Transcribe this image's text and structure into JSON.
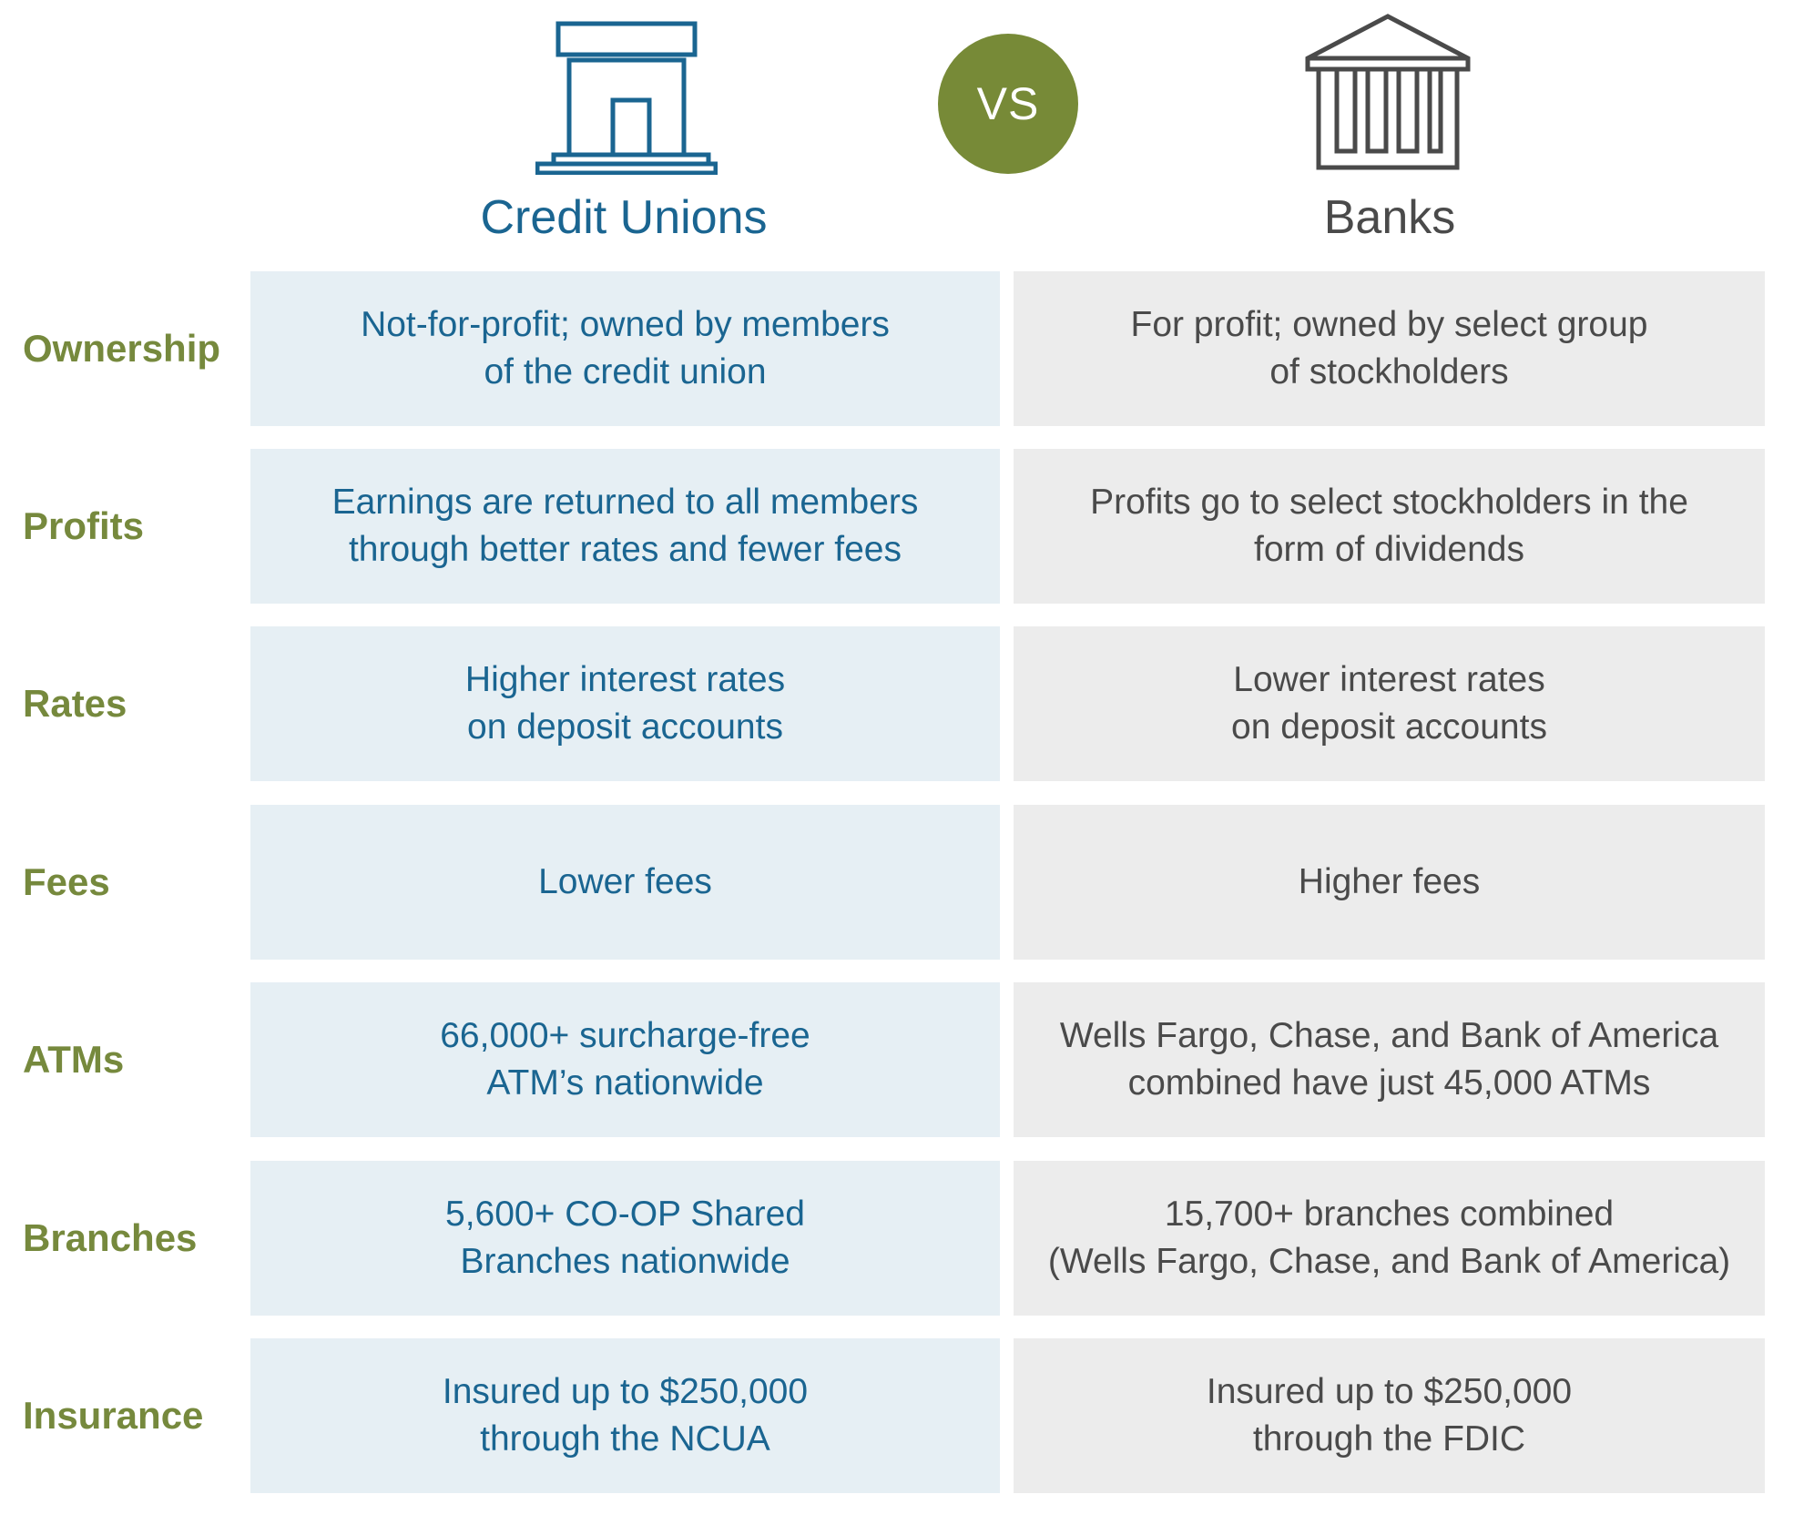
{
  "colors": {
    "credit_union_blue": "#1a6591",
    "bank_gray": "#4a4a4a",
    "label_green": "#76893d",
    "vs_circle": "#778a37",
    "cu_cell_bg": "#e6eff4",
    "bank_cell_bg": "#ececec"
  },
  "icons": {
    "credit_union": "building-icon",
    "bank": "bank-columns-icon"
  },
  "header": {
    "vs_label": "VS",
    "credit_unions_title": "Credit Unions",
    "banks_title": "Banks"
  },
  "rows": [
    {
      "label": "Ownership",
      "credit_union": [
        "Not-for-profit; owned by members",
        "of the credit union"
      ],
      "bank": [
        "For profit; owned by select group",
        "of stockholders"
      ]
    },
    {
      "label": "Profits",
      "credit_union": [
        "Earnings are returned to all members",
        "through better rates and fewer fees"
      ],
      "bank": [
        "Profits go to select stockholders in the",
        "form of dividends"
      ]
    },
    {
      "label": "Rates",
      "credit_union": [
        "Higher interest rates",
        "on deposit accounts"
      ],
      "bank": [
        "Lower interest rates",
        "on deposit accounts"
      ]
    },
    {
      "label": "Fees",
      "credit_union": [
        "Lower fees"
      ],
      "bank": [
        "Higher fees"
      ]
    },
    {
      "label": "ATMs",
      "credit_union": [
        "66,000+ surcharge-free",
        "ATM’s nationwide"
      ],
      "bank": [
        "Wells Fargo, Chase, and Bank of America",
        "combined have just 45,000 ATMs"
      ]
    },
    {
      "label": "Branches",
      "credit_union": [
        "5,600+ CO-OP Shared",
        "Branches nationwide"
      ],
      "bank": [
        "15,700+ branches combined",
        "(Wells Fargo, Chase, and Bank of America)"
      ]
    },
    {
      "label": "Insurance",
      "credit_union": [
        "Insured up to $250,000",
        "through the NCUA"
      ],
      "bank": [
        "Insured up to $250,000",
        "through the FDIC"
      ]
    }
  ]
}
